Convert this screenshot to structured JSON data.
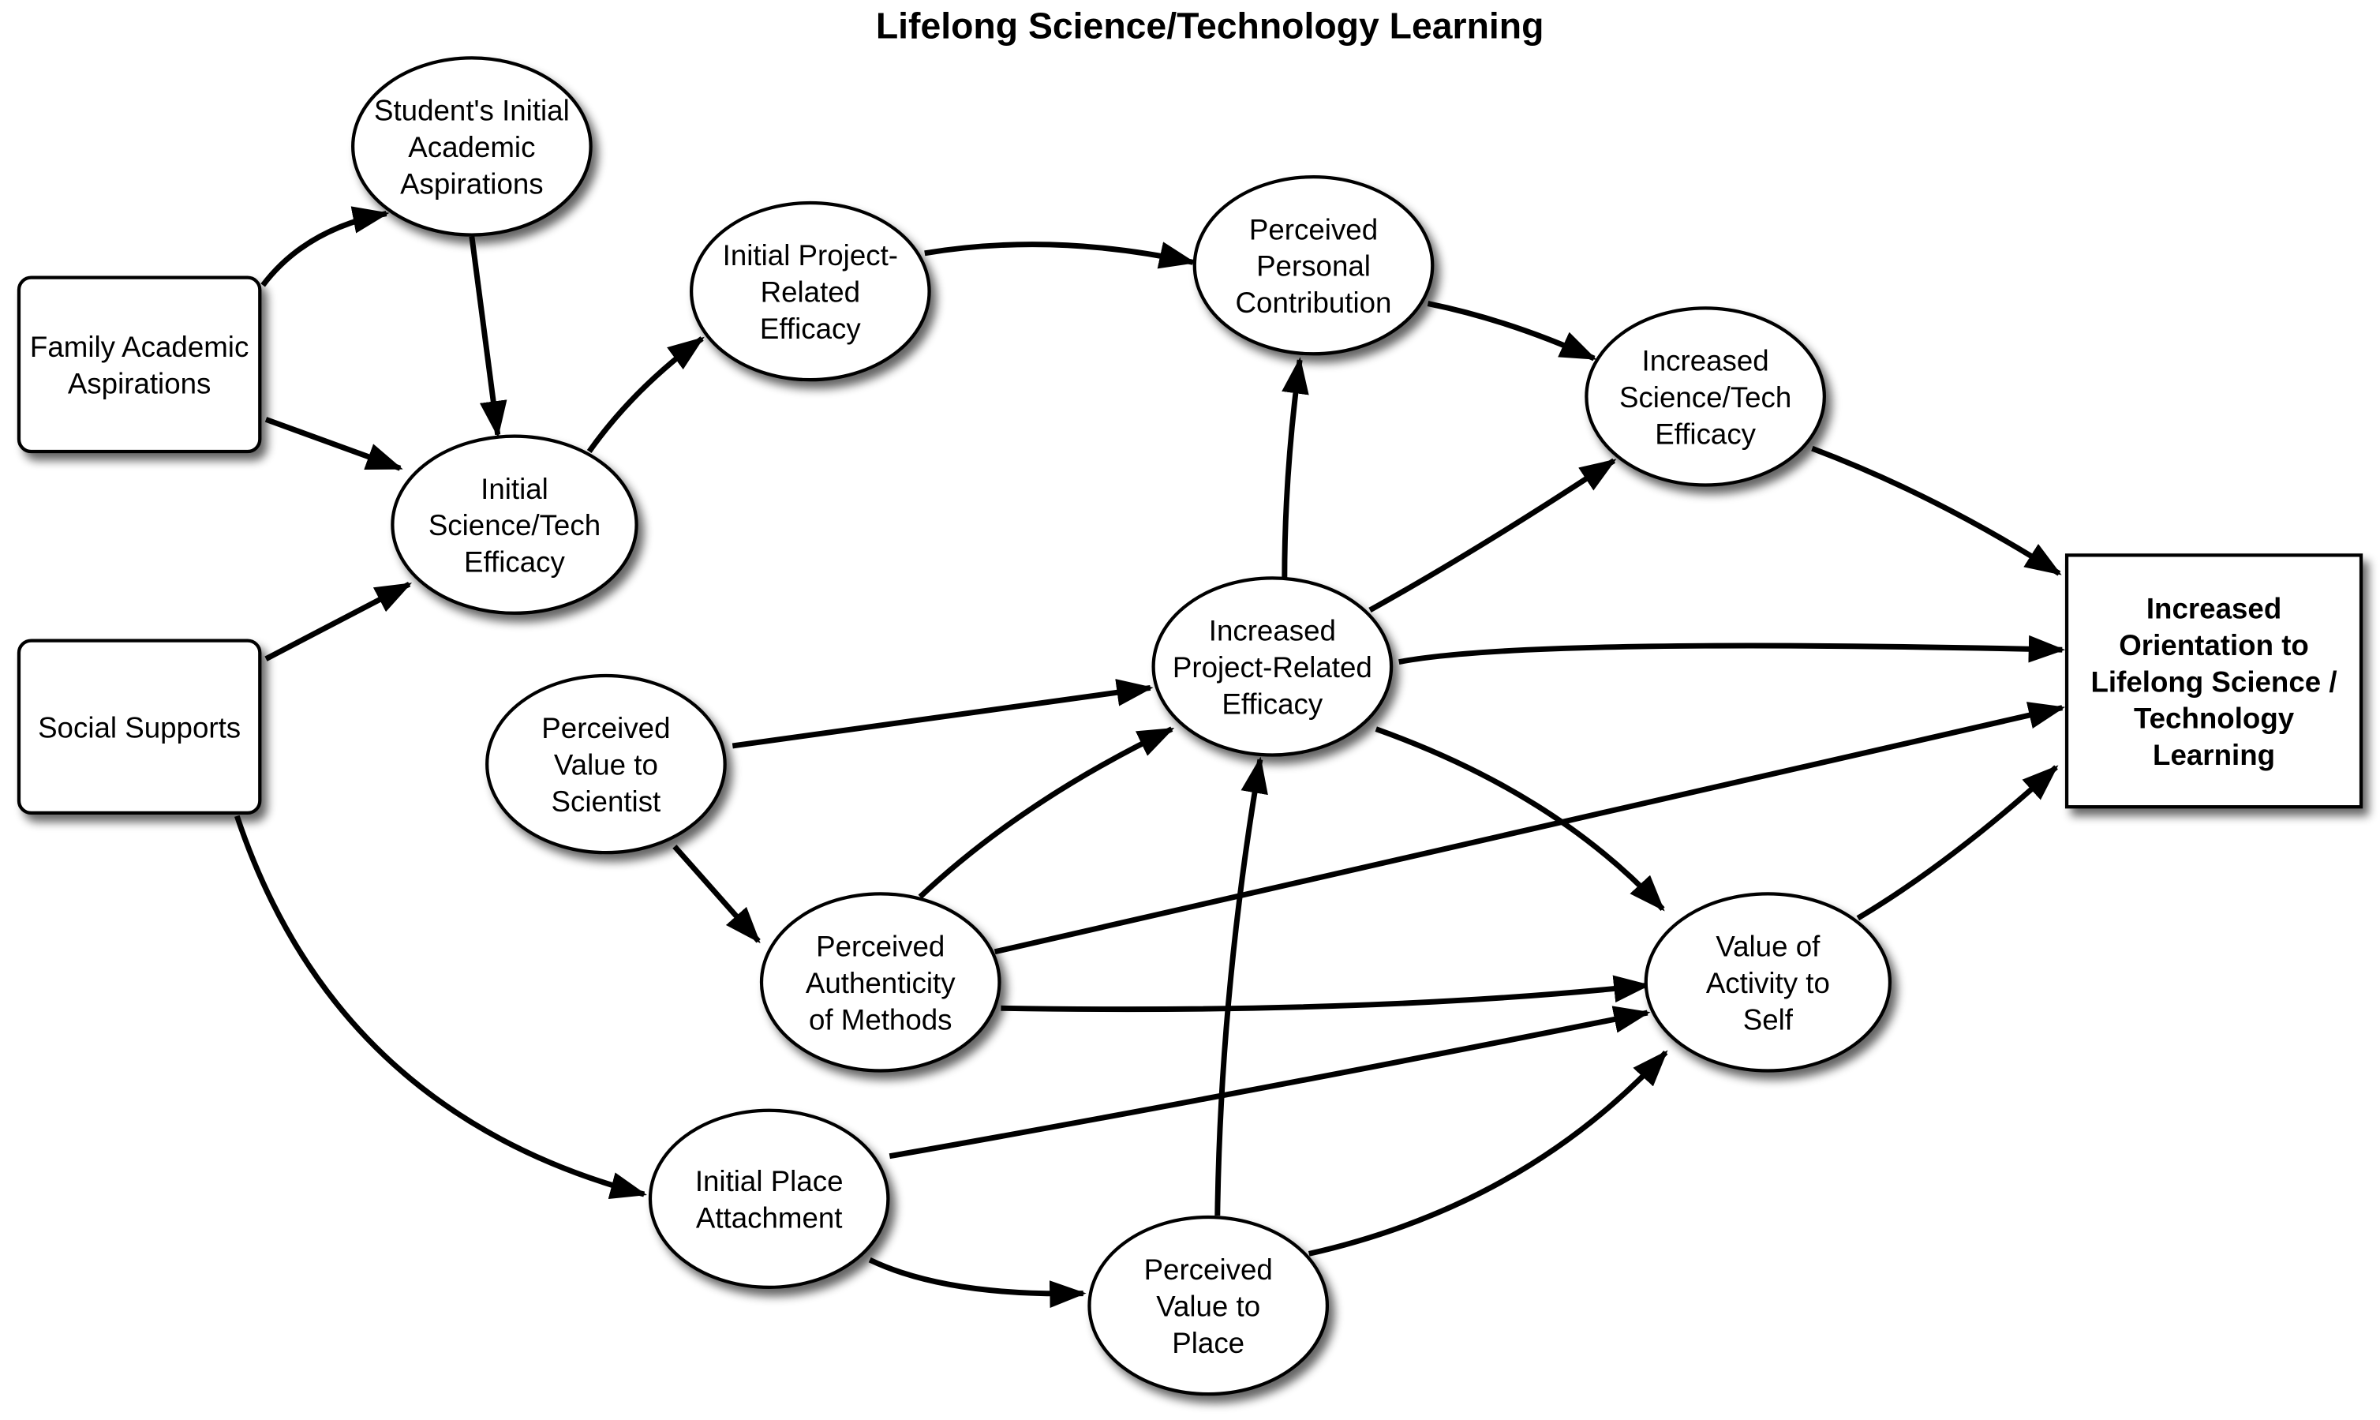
{
  "title": "Lifelong Science/Technology Learning",
  "nodes": [
    {
      "id": "family",
      "shape": "rounded-box",
      "lines": [
        "Family Academic",
        "Aspirations"
      ]
    },
    {
      "id": "social",
      "shape": "rounded-box",
      "lines": [
        "Social Supports"
      ]
    },
    {
      "id": "student",
      "shape": "ellipse",
      "lines": [
        "Student's Initial",
        "Academic",
        "Aspirations"
      ]
    },
    {
      "id": "initSci",
      "shape": "ellipse",
      "lines": [
        "Initial",
        "Science/Tech",
        "Efficacy"
      ]
    },
    {
      "id": "initProj",
      "shape": "ellipse",
      "lines": [
        "Initial Project-",
        "Related",
        "Efficacy"
      ]
    },
    {
      "id": "percContrib",
      "shape": "ellipse",
      "lines": [
        "Perceived",
        "Personal",
        "Contribution"
      ]
    },
    {
      "id": "incSci",
      "shape": "ellipse",
      "lines": [
        "Increased",
        "Science/Tech",
        "Efficacy"
      ]
    },
    {
      "id": "incProj",
      "shape": "ellipse",
      "lines": [
        "Increased",
        "Project-Related",
        "Efficacy"
      ]
    },
    {
      "id": "percValSci",
      "shape": "ellipse",
      "lines": [
        "Perceived",
        "Value to",
        "Scientist"
      ]
    },
    {
      "id": "percAuth",
      "shape": "ellipse",
      "lines": [
        "Perceived",
        "Authenticity",
        "of Methods"
      ]
    },
    {
      "id": "valSelf",
      "shape": "ellipse",
      "lines": [
        "Value of",
        "Activity to",
        "Self"
      ]
    },
    {
      "id": "initPlace",
      "shape": "ellipse",
      "lines": [
        "Initial Place",
        "Attachment"
      ]
    },
    {
      "id": "percPlace",
      "shape": "ellipse",
      "lines": [
        "Perceived",
        "Value to",
        "Place"
      ]
    },
    {
      "id": "final",
      "shape": "box",
      "lines": [
        "Increased",
        "Orientation to",
        "Lifelong Science /",
        "Technology",
        "Learning"
      ]
    }
  ],
  "edges": [
    {
      "from": "family",
      "to": "student"
    },
    {
      "from": "family",
      "to": "initSci"
    },
    {
      "from": "student",
      "to": "initSci"
    },
    {
      "from": "social",
      "to": "initSci"
    },
    {
      "from": "initSci",
      "to": "initProj"
    },
    {
      "from": "initProj",
      "to": "percContrib"
    },
    {
      "from": "percContrib",
      "to": "incSci"
    },
    {
      "from": "incProj",
      "to": "percContrib"
    },
    {
      "from": "incProj",
      "to": "incSci"
    },
    {
      "from": "incSci",
      "to": "final"
    },
    {
      "from": "incProj",
      "to": "final"
    },
    {
      "from": "percAuth",
      "to": "final"
    },
    {
      "from": "valSelf",
      "to": "final"
    },
    {
      "from": "percValSci",
      "to": "incProj"
    },
    {
      "from": "percValSci",
      "to": "percAuth"
    },
    {
      "from": "percAuth",
      "to": "incProj"
    },
    {
      "from": "incProj",
      "to": "valSelf"
    },
    {
      "from": "percAuth",
      "to": "valSelf"
    },
    {
      "from": "initPlace",
      "to": "valSelf"
    },
    {
      "from": "social",
      "to": "initPlace"
    },
    {
      "from": "initPlace",
      "to": "percPlace"
    },
    {
      "from": "percPlace",
      "to": "incProj"
    },
    {
      "from": "percPlace",
      "to": "valSelf"
    }
  ]
}
